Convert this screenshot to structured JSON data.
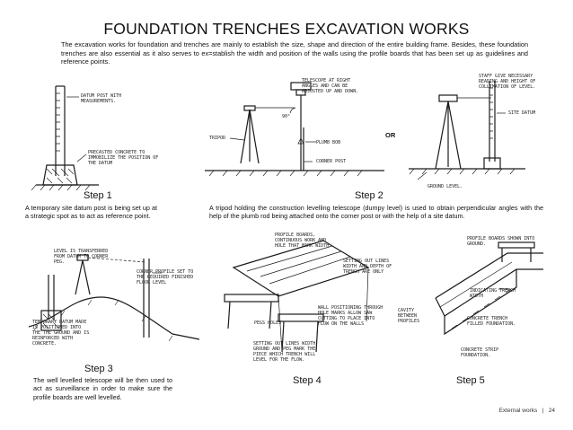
{
  "page": {
    "title": "FOUNDATION TRENCHES EXCAVATION WORKS",
    "intro": "The excavation works for foundation and trenches are mainly to establish the size, shape and direction of the entire building frame. Besides, these foundation trenches are also essential as it also serves to ex=stablish the width and position of the walls using the profile boards that has been set up as guidelines and reference points."
  },
  "steps": {
    "step1": {
      "label": "Step 1",
      "description": "A temporary site datum post is being set up at a strategic spot as to act as reference point.",
      "notes": [
        "DATUM POST WITH MEASUREMENTS.",
        "PRECASTED CONCRETE TO IMMOBILIZE THE POSITION OF THE DATUM"
      ]
    },
    "step2": {
      "label": "Step 2",
      "description": "A tripod holding the construction levelling telescope (dumpy level) is used to obtain perpendicular angles with the help of the plumb rod being attached onto the corner post or with the help of a site datum.",
      "or_label": "OR",
      "notes_left": [
        "TELESCOPE AT RIGHT ANGLES AND CAN BE ADJUSTED UP AND DOWN.",
        "90°",
        "TRIPOD",
        "PLUMB BOB",
        "CORNER POST"
      ],
      "notes_right": [
        "STAFF GIVE NECESSARY READING AND HEIGHT OF COLLIMATION OF LEVEL.",
        "SITE DATUM",
        "GROUND LEVEL."
      ]
    },
    "step3": {
      "label": "Step 3",
      "description": "The well levelled telescope will be then used to act as surveillance in order to make sure the profile boards are well levelled.",
      "notes": [
        "LEVEL IS TRANSFERRED FROM DATUM TO CORNER PEG.",
        "CORNER PROFILE SET TO THE REQUIRED FINISHED FLOOR LEVEL",
        "TEMPORARY DATUM MADE IS POSITIONED INTO THE THE GROUND AND IS REINFORCED WITH CONCRETE."
      ]
    },
    "step4": {
      "label": "Step 4",
      "notes": [
        "PROFILE BOARDS, CONTINUOUS WORK AND HOLE THAT MARK WIDTH",
        "SETTING OUT LINES WIDTH AND DEPTH OF TRENCH ARE ONLY",
        "WALL POSITIONING THROUGH HOLE MARKS ALLOW SAW CUTTING TO PLACE INTO FLOW ON THE WALLS",
        "PEGS HOLES",
        "SETTING OUT LINES WIDTH GROUND AND PEG MARK THE PIECE WHICH TRENCH WILL LEVEL FOR THE FLOW."
      ]
    },
    "step5": {
      "label": "Step 5",
      "notes": [
        "PROFILE BOARDS SHOWN INTO GROUND.",
        "INDICATING TRENCH WIDTH",
        "CONCRETE TRENCH FILLED FOUNDATION.",
        "CAVITY BETWEEN PROFILES",
        "CONCRETE STRIP FOUNDATION."
      ]
    }
  },
  "footer": {
    "section": "External works",
    "separator": "|",
    "page_number": "24"
  }
}
